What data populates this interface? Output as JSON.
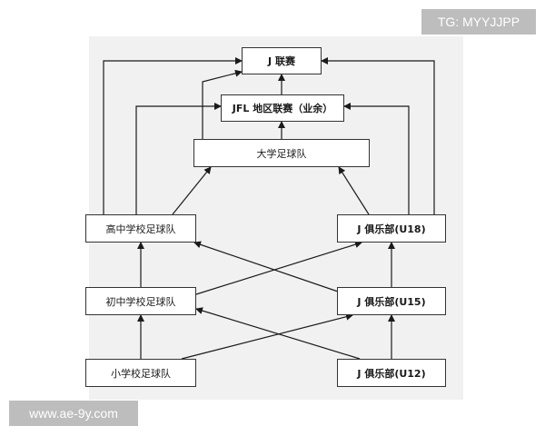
{
  "nodes": {
    "j_league": "J 联赛",
    "jfl": "JFL  地区联赛（业余）",
    "university": "大学足球队",
    "high_school": "高中学校足球队",
    "club_u18": "J 俱乐部(U18)",
    "junior_high": "初中学校足球队",
    "club_u15": "J 俱乐部(U15)",
    "elementary": "小学校足球队",
    "club_u12": "J 俱乐部(U12)"
  },
  "edges": [
    [
      "elementary",
      "junior_high"
    ],
    [
      "elementary",
      "club_u15"
    ],
    [
      "club_u12",
      "club_u15"
    ],
    [
      "club_u12",
      "junior_high"
    ],
    [
      "junior_high",
      "high_school"
    ],
    [
      "junior_high",
      "club_u18"
    ],
    [
      "club_u15",
      "club_u18"
    ],
    [
      "club_u15",
      "high_school"
    ],
    [
      "high_school",
      "university"
    ],
    [
      "club_u18",
      "university"
    ],
    [
      "university",
      "jfl"
    ],
    [
      "university",
      "j_league"
    ],
    [
      "jfl",
      "j_league"
    ],
    [
      "high_school",
      "jfl"
    ],
    [
      "club_u18",
      "jfl"
    ],
    [
      "high_school",
      "j_league"
    ],
    [
      "club_u18",
      "j_league"
    ]
  ],
  "watermarks": {
    "tg": "TG: MYYJJPP",
    "url": "www.ae-9y.com"
  },
  "colors": {
    "line": "#1a1a1a",
    "box_border": "#333333",
    "diagram_background": "#f1f1f1",
    "watermark_background": "#bdbdbd",
    "watermark_text": "#ffffff"
  }
}
